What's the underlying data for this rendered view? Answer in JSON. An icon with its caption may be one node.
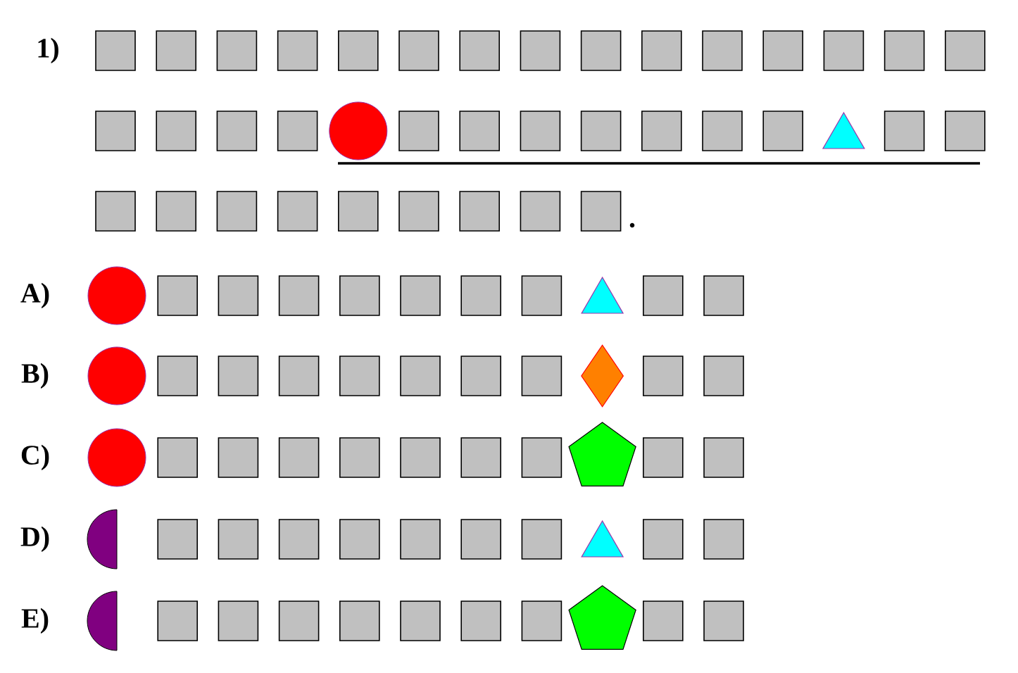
{
  "diagram": {
    "nodes": [
      {
        "text": [],
        "shape": "box"
      },
      {
        "text": [],
        "shape": "box"
      },
      {
        "text": [],
        "shape": "box"
      },
      {
        "text": [],
        "shape": "box"
      },
      {
        "text": [],
        "shape": "box"
      },
      {
        "text": [],
        "shape": "box"
      },
      {
        "text": [],
        "shape": "box"
      },
      {
        "text": [],
        "shape": "box"
      },
      {
        "text": [],
        "shape": "box"
      },
      {
        "text": [],
        "shape": "box"
      },
      {
        "text": [],
        "shape": "box"
      },
      {
        "text": [],
        "shape": "box"
      },
      {
        "text": [],
        "shape": "box"
      },
      {
        "text": [],
        "shape": "box"
      },
      {
        "text": [],
        "shape": "box"
      },
      {
        "text": [],
        "shape": "box"
      },
      {
        "text": [],
        "shape": "box"
      },
      {
        "text": [],
        "shape": "box"
      },
      {
        "text": [],
        "shape": "box"
      },
      {
        "text": [],
        "shape": "circle"
      },
      {
        "text": [],
        "shape": "box"
      },
      {
        "text": [],
        "shape": "box"
      },
      {
        "text": [],
        "shape": "box"
      },
      {
        "text": [],
        "shape": "box"
      },
      {
        "text": [],
        "shape": "box"
      },
      {
        "text": [],
        "shape": "box"
      },
      {
        "text": [],
        "shape": "box"
      },
      {
        "text": [],
        "shape": "triangle"
      },
      {
        "text": [],
        "shape": "box"
      },
      {
        "text": [],
        "shape": "box"
      },
      {
        "text": [],
        "shape": "box"
      },
      {
        "text": [],
        "shape": "box"
      },
      {
        "text": [],
        "shape": "box"
      },
      {
        "text": [],
        "shape": "box"
      },
      {
        "text": [],
        "shape": "box"
      },
      {
        "text": [],
        "shape": "box"
      },
      {
        "text": [],
        "shape": "box"
      },
      {
        "text": [],
        "shape": "box"
      },
      {
        "text": [],
        "shape": "box"
      },
      {
        "text": [],
        "shape": "circle"
      },
      {
        "text": [],
        "shape": "box"
      },
      {
        "text": [],
        "shape": "box"
      },
      {
        "text": [],
        "shape": "box"
      },
      {
        "text": [],
        "shape": "box"
      },
      {
        "text": [],
        "shape": "box"
      },
      {
        "text": [],
        "shape": "box"
      },
      {
        "text": [],
        "shape": "box"
      },
      {
        "text": [],
        "shape": "triangle"
      },
      {
        "text": [],
        "shape": "box"
      },
      {
        "text": [],
        "shape": "box"
      },
      {
        "text": [],
        "shape": "circle"
      },
      {
        "text": [],
        "shape": "box"
      },
      {
        "text": [],
        "shape": "box"
      },
      {
        "text": [],
        "shape": "box"
      },
      {
        "text": [],
        "shape": "box"
      },
      {
        "text": [],
        "shape": "box"
      },
      {
        "text": [],
        "shape": "box"
      },
      {
        "text": [],
        "shape": "box"
      },
      {
        "text": [],
        "shape": "diamond"
      },
      {
        "text": [],
        "shape": "box"
      },
      {
        "text": [],
        "shape": "box"
      },
      {
        "text": [],
        "shape": "circle"
      },
      {
        "text": [],
        "shape": "box"
      },
      {
        "text": [],
        "shape": "box"
      },
      {
        "text": [],
        "shape": "box"
      },
      {
        "text": [],
        "shape": "box"
      },
      {
        "text": [],
        "shape": "box"
      },
      {
        "text": [],
        "shape": "box"
      },
      {
        "text": [],
        "shape": "box"
      },
      {
        "text": [],
        "shape": "pentagon"
      },
      {
        "text": [],
        "shape": "box"
      },
      {
        "text": [],
        "shape": "box"
      },
      {
        "text": [],
        "shape": "half-circle"
      },
      {
        "text": [],
        "shape": "box"
      },
      {
        "text": [],
        "shape": "box"
      },
      {
        "text": [],
        "shape": "box"
      },
      {
        "text": [],
        "shape": "box"
      },
      {
        "text": [],
        "shape": "box"
      },
      {
        "text": [],
        "shape": "box"
      },
      {
        "text": [],
        "shape": "box"
      },
      {
        "text": [],
        "shape": "triangle"
      },
      {
        "text": [],
        "shape": "box"
      },
      {
        "text": [],
        "shape": "box"
      },
      {
        "text": [],
        "shape": "half-circle"
      },
      {
        "text": [],
        "shape": "box"
      },
      {
        "text": [],
        "shape": "box"
      },
      {
        "text": [],
        "shape": "box"
      },
      {
        "text": [],
        "shape": "box"
      },
      {
        "text": [],
        "shape": "box"
      },
      {
        "text": [],
        "shape": "box"
      },
      {
        "text": [],
        "shape": "box"
      },
      {
        "text": [],
        "shape": "pentagon"
      },
      {
        "text": [],
        "shape": "box"
      },
      {
        "text": [],
        "shape": "box"
      }
    ],
    "labels": [
      "1)",
      ".",
      "A)",
      "B)",
      "C)",
      "D)",
      "E)"
    ]
  }
}
